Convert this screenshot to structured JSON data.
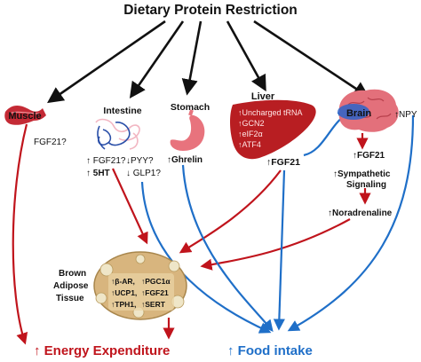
{
  "title": "Dietary Protein Restriction",
  "organs": {
    "muscle": {
      "label": "Muscle",
      "factor": "FGF21?"
    },
    "intestine": {
      "label": "Intestine",
      "line1_a": "↑ FGF21?",
      "line1_b": "↓PYY?",
      "line2_a": "↑ 5HT",
      "line2_b": "↓ GLP1?"
    },
    "stomach": {
      "label": "Stomach",
      "factor": "↑Ghrelin"
    },
    "liver": {
      "label": "Liver",
      "markers": [
        "↑Uncharged tRNA",
        "↑GCN2",
        "↑eIF2α",
        "↑ATF4"
      ],
      "factor": "↑FGF21"
    },
    "brain": {
      "label": "Brain",
      "npy": "↑NPY",
      "fgf21": "↑FGF21",
      "sympathetic_1": "↑Sympathetic",
      "sympathetic_2": "Signaling",
      "noradrenaline": "↑Noradrenaline"
    },
    "bat": {
      "label_lines": [
        "Brown",
        "Adipose",
        "Tissue"
      ],
      "rows": [
        [
          "↑β-AR,",
          "↑PGC1α"
        ],
        [
          "↑UCP1,",
          "↑FGF21"
        ],
        [
          "↑TPH1,",
          "↑SERT"
        ]
      ]
    }
  },
  "outcomes": {
    "energy_expenditure": "↑ Energy Expenditure",
    "food_intake": "↑ Food intake"
  },
  "colors": {
    "red_arrow": "#c0141c",
    "blue_arrow": "#1f6fc8",
    "muscle": "#c42a35",
    "liver": "#b81e22",
    "stomach": "#e8737d",
    "brain": "#e3707b",
    "bat": "#d8b57e"
  }
}
